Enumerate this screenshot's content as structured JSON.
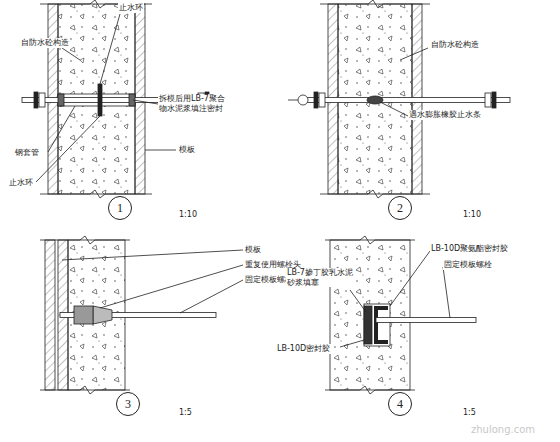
{
  "diagram": {
    "nodes": [
      {
        "text": [
          "1"
        ]
      },
      {
        "text": [
          "2"
        ]
      },
      {
        "text": [
          "3"
        ]
      },
      {
        "text": [
          "4"
        ]
      }
    ],
    "labels": [
      "止水环",
      "自防水砼构造",
      "拆模后用LB-7聚合物水泥浆填注密封",
      "钢套管",
      "模板",
      "止水环",
      "1:10",
      "自防水砼构造",
      "遇水膨胀橡胶止水条",
      "1:10",
      "模板",
      "重复使用螺栓头",
      "固定模板螺栓",
      "1:5",
      "LB-10D聚氨酯密封胶",
      "固定模板螺栓",
      "LB-7掺丁胶乳水泥砂浆填塞",
      "LB-10D密封胶",
      "1:5",
      "zhulong.com"
    ]
  }
}
